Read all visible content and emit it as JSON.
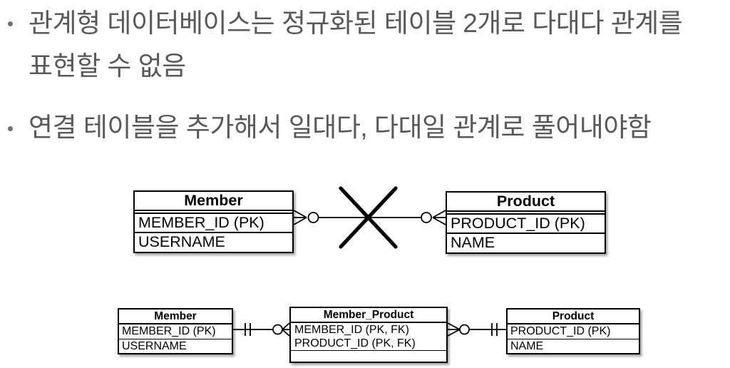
{
  "bullets": [
    {
      "marker": "•",
      "lines": [
        "관계형 데이터베이스는 정규화된 테이블 2개로 다대다 관계를",
        "표현할 수 없음"
      ]
    },
    {
      "marker": "•",
      "lines": [
        "연결 테이블을 추가해서 일대다, 다대일 관계로 풀어내야함"
      ]
    }
  ],
  "diagram_top": {
    "tables": [
      {
        "title": "Member",
        "rows": [
          "MEMBER_ID (PK)",
          "USERNAME"
        ]
      },
      {
        "title": "Product",
        "rows": [
          "PRODUCT_ID (PK)",
          "NAME"
        ]
      }
    ],
    "relationship": {
      "member_end": "zero-or-many (circle + crow's foot)",
      "product_end": "zero-or-many (circle + crow's foot)",
      "crossed_out": true
    }
  },
  "diagram_bottom": {
    "tables": [
      {
        "title": "Member",
        "rows": [
          "MEMBER_ID (PK)",
          "USERNAME"
        ]
      },
      {
        "title": "Member_Product",
        "rows": [
          "MEMBER_ID (PK, FK)",
          "PRODUCT_ID (PK, FK)"
        ],
        "has_empty_row": true
      },
      {
        "title": "Product",
        "rows": [
          "PRODUCT_ID (PK)",
          "NAME"
        ]
      }
    ],
    "relationships": [
      {
        "from": "Member",
        "to": "Member_Product",
        "from_end": "one (double tick)",
        "to_end": "zero-or-many (circle + crow's foot)"
      },
      {
        "from": "Member_Product",
        "to": "Product",
        "from_end": "zero-or-many (circle + crow's foot)",
        "to_end": "one (double tick)"
      }
    ]
  },
  "colors": {
    "background": "#ffffff",
    "body_text": "#595959",
    "bullet": "#6e6e6e",
    "diagram": "#000000"
  }
}
